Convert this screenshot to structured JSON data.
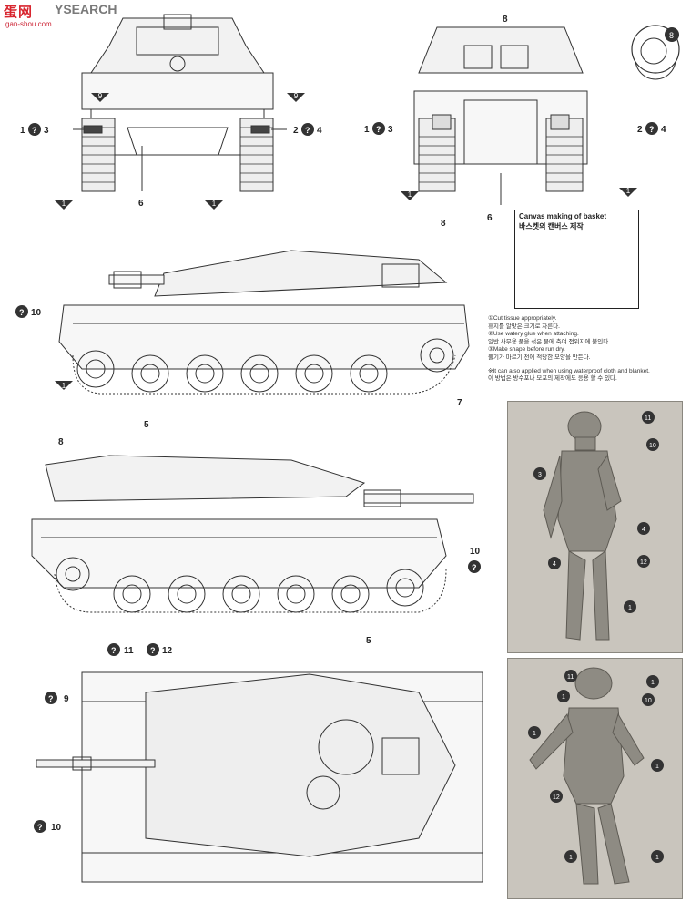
{
  "watermark": {
    "logo": "蛋网",
    "text": "YSEARCH",
    "url": "gan-shou.com"
  },
  "canvas_inset": {
    "title_en": "Canvas making of basket",
    "title_ko": "바스켓의 캔버스 제작"
  },
  "notes": {
    "n1_en": "①Cut tissue appropriately.",
    "n1_ko": "휴지를 알맞은 크기로 자른다.",
    "n2_en": "②Use watery glue when attaching.",
    "n2_ko": "일반 사무용 풀을 섞은 물에 축여 접위지에 붙인다.",
    "n3_en": "③Make shape before run dry.",
    "n3_ko": "풀기가 마르기 전에 적당한 모양을 만든다.",
    "n4_en": "※It can also applied when using waterproof cloth and blanket.",
    "n4_ko": "이 방법은 방수포나 모포의 제작에도 응용 할 수 있다."
  },
  "labels": {
    "front_q1": "1",
    "front_q3": "3",
    "front_q2": "2",
    "front_q4": "4",
    "front_9a": "9",
    "front_9b": "9",
    "front_6": "6",
    "front_1a": "1",
    "front_1b": "1",
    "rear_8": "8",
    "rear_q1": "1",
    "rear_q3": "3",
    "rear_q2": "2",
    "rear_q4": "4",
    "rear_6": "6",
    "rear_1a": "1",
    "rear_1b": "1",
    "inset_8": "8",
    "side1_8": "8",
    "side1_10": "10",
    "side1_1": "1",
    "side1_5": "5",
    "side1_7": "7",
    "side2_8": "8",
    "side2_10": "10",
    "side2_5": "5",
    "top_11": "11",
    "top_12": "12",
    "top_9": "9",
    "top_10": "10",
    "fig1_11": "11",
    "fig1_10": "10",
    "fig1_3": "3",
    "fig1_4a": "4",
    "fig1_4b": "4",
    "fig1_12": "12",
    "fig1_1": "1",
    "fig2_11": "11",
    "fig2_1a": "1",
    "fig2_1b": "1",
    "fig2_10": "10",
    "fig2_1c": "1",
    "fig2_1d": "1",
    "fig2_12": "12",
    "fig2_1e": "1",
    "fig2_1f": "1",
    "insetpic_8": "8"
  },
  "colors": {
    "line": "#333333",
    "photo_bg": "#c9c5bd",
    "figure": "#8e8b83",
    "accent_red": "#d8262f"
  }
}
